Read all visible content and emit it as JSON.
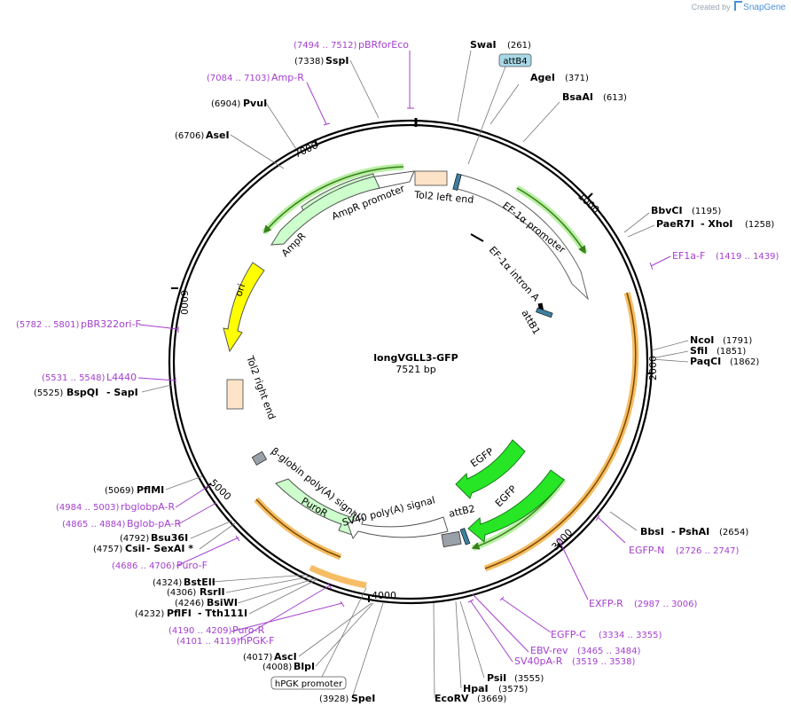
{
  "credit": {
    "prefix": "Created by",
    "brand": "SnapGene"
  },
  "plasmid": {
    "name": "longVGLL3-GFP",
    "size": "7521 bp"
  },
  "ticks": [
    "1000",
    "2000",
    "3000",
    "4000",
    "5000",
    "6000",
    "7000"
  ],
  "enzymes": {
    "swai": {
      "name": "SwaI",
      "pos": "(261)"
    },
    "agei": {
      "name": "AgeI",
      "pos": "(371)"
    },
    "bsaai": {
      "name": "BsaAI",
      "pos": "(613)"
    },
    "bbvci": {
      "name": "BbvCI",
      "pos": "(1195)"
    },
    "paer7i": {
      "name": "PaeR7I",
      "name2": "- XhoI",
      "pos": "(1258)"
    },
    "ncoi": {
      "name": "NcoI",
      "pos": "(1791)"
    },
    "sfii": {
      "name": "SfiI",
      "pos": "(1851)"
    },
    "paqci": {
      "name": "PaqCI",
      "pos": "(1862)"
    },
    "bbsi": {
      "name": "BbsI",
      "name2": "- PshAI",
      "pos": "(2654)"
    },
    "psii": {
      "name": "PsiI",
      "pos": "(3555)"
    },
    "hpai": {
      "name": "HpaI",
      "pos": "(3575)"
    },
    "ecorv": {
      "name": "EcoRV",
      "pos": "(3669)"
    },
    "spei": {
      "name": "SpeI",
      "pos": "(3928)"
    },
    "blpi": {
      "name": "BlpI",
      "pos": "(4008)"
    },
    "asci": {
      "name": "AscI",
      "pos": "(4017)"
    },
    "pflfi": {
      "name": "PflFI",
      "name2": "- Tth111I",
      "pos": "(4232)"
    },
    "bsiwi": {
      "name": "BsiWI",
      "pos": "(4246)"
    },
    "rsrii": {
      "name": "RsrII",
      "pos": "(4306)"
    },
    "bsteii": {
      "name": "BstEII",
      "pos": "(4324)"
    },
    "csii": {
      "name": "CsiI",
      "name2": "- SexAI *",
      "pos": "(4757)"
    },
    "bsu36i": {
      "name": "Bsu36I",
      "pos": "(4792)"
    },
    "pflmi": {
      "name": "PflMI",
      "pos": "(5069)"
    },
    "bspqi": {
      "name": "BspQI",
      "name2": "- SapI",
      "pos": "(5525)"
    },
    "asei": {
      "name": "AseI",
      "pos": "(6706)"
    },
    "pvui": {
      "name": "PvuI",
      "pos": "(6904)"
    },
    "sspi": {
      "name": "SspI",
      "pos": "(7338)"
    }
  },
  "primers": {
    "pbrforeco": {
      "name": "pBRforEco",
      "range": "(7494 .. 7512)"
    },
    "ampr": {
      "name": "Amp-R",
      "range": "(7084 .. 7103)"
    },
    "ef1af": {
      "name": "EF1a-F",
      "range": "(1419 .. 1439)"
    },
    "egfpn": {
      "name": "EGFP-N",
      "range": "(2726 .. 2747)"
    },
    "exfpr": {
      "name": "EXFP-R",
      "range": "(2987 .. 3006)"
    },
    "egfpc": {
      "name": "EGFP-C",
      "range": "(3334 .. 3355)"
    },
    "ebvrev": {
      "name": "EBV-rev",
      "range": "(3465 .. 3484)"
    },
    "sv40par": {
      "name": "SV40pA-R",
      "range": "(3519 .. 3538)"
    },
    "purof": {
      "name": "Puro-F",
      "range": "(4686 .. 4706)"
    },
    "puror": {
      "name": "Puro-R",
      "range": "(4190 .. 4209)"
    },
    "hpgkf": {
      "name": "hPGK-F",
      "range": "(4101 .. 4119)"
    },
    "bglobpar": {
      "name": "Bglob-pA-R",
      "range": "(4865 .. 4884)"
    },
    "rbglobpar": {
      "name": "rbglobpA-R",
      "range": "(4984 .. 5003)"
    },
    "l4440": {
      "name": "L4440",
      "range": "(5531 .. 5548)"
    },
    "pbr322ori": {
      "name": "pBR322ori-F",
      "range": "(5782 .. 5801)"
    }
  },
  "features": {
    "attb4": "attB4",
    "hpgk": "hPGK promoter",
    "tol2left": "Tol2 left end",
    "ef1a_promoter": "EF-1α promoter",
    "ef1a_intron": "EF-1α intron A",
    "attb1": "attB1",
    "egfp1": "EGFP",
    "egfp2": "EGFP",
    "attb2": "attB2",
    "sv40": "SV40 poly(A) signal",
    "puror": "PuroR",
    "bglobin": "β-globin poly(A) signal",
    "tol2right": "Tol2 right end",
    "ori": "ori",
    "ampr": "AmpR",
    "ampr_promoter": "AmpR promoter"
  },
  "colors": {
    "enzyme_text": "#000000",
    "primer_text": "#a43ecf",
    "backbone": "#000000",
    "green_arrow": "#26e626",
    "promoter_fill": "#ffffff",
    "ampr_fill": "#ccffcc",
    "ori_fill": "#ffff00",
    "tol2_fill": "#fde3c8",
    "att_fill": "#3d7fa1",
    "polyA_fill": "#9aa0a8",
    "orange_highlight": "#f4b24a"
  }
}
